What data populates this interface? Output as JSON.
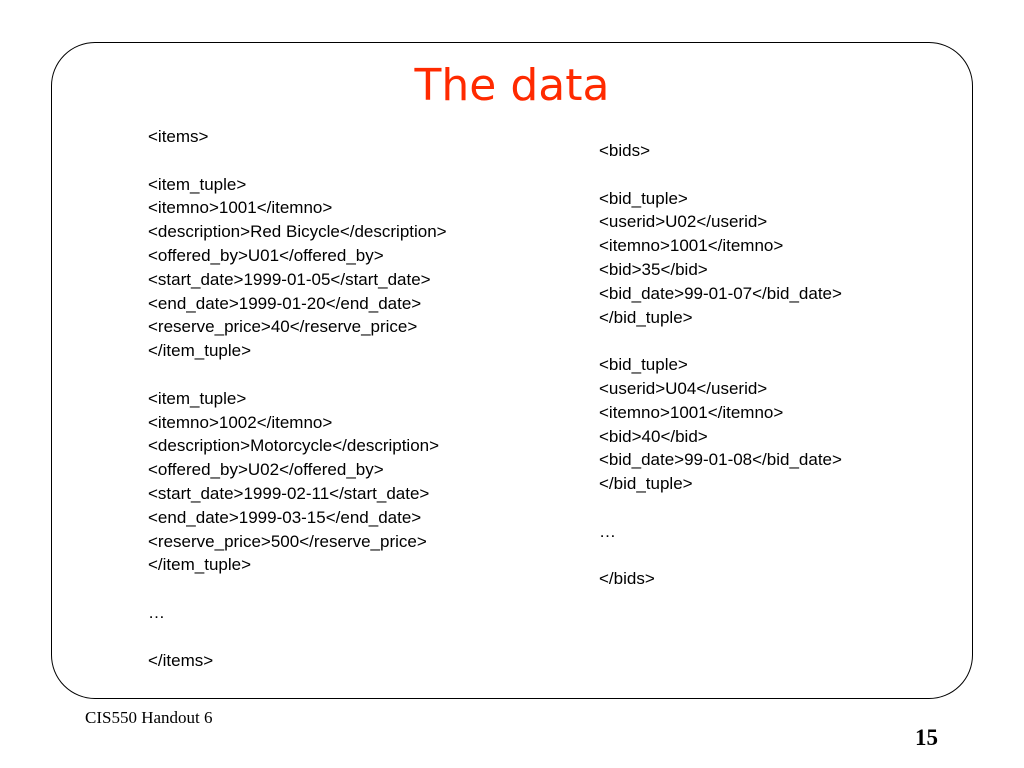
{
  "slide": {
    "title": "The data",
    "left_lines": [
      "<items>",
      "",
      "<item_tuple>",
      "<itemno>1001</itemno>",
      "<description>Red Bicycle</description>",
      "<offered_by>U01</offered_by>",
      "<start_date>1999-01-05</start_date>",
      "<end_date>1999-01-20</end_date>",
      "<reserve_price>40</reserve_price>",
      "</item_tuple>",
      "",
      "<item_tuple>",
      "<itemno>1002</itemno>",
      "<description>Motorcycle</description>",
      "<offered_by>U02</offered_by>",
      "<start_date>1999-02-11</start_date>",
      "<end_date>1999-03-15</end_date>",
      "<reserve_price>500</reserve_price>",
      "</item_tuple>",
      "",
      "…",
      "",
      "</items>"
    ],
    "right_lines": [
      "<bids>",
      "",
      "<bid_tuple>",
      "<userid>U02</userid>",
      "<itemno>1001</itemno>",
      "<bid>35</bid>",
      "<bid_date>99-01-07</bid_date>",
      "</bid_tuple>",
      "",
      "<bid_tuple>",
      "<userid>U04</userid>",
      "<itemno>1001</itemno>",
      "<bid>40</bid>",
      "<bid_date>99-01-08</bid_date>",
      "</bid_tuple>",
      "",
      "…",
      "",
      "</bids>"
    ]
  },
  "footer": {
    "course": "CIS550 Handout 6",
    "page_number": "15"
  },
  "colors": {
    "title": "#ff2a00",
    "text": "#000000",
    "frame": "#000000",
    "background": "#ffffff"
  }
}
